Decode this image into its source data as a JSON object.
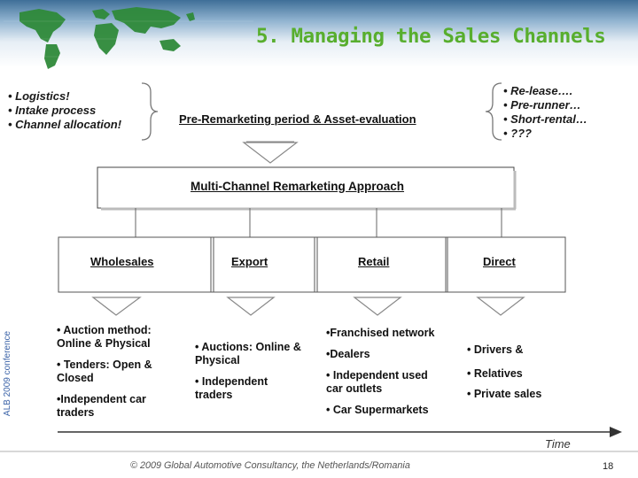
{
  "title": "5. Managing the Sales Channels",
  "side_label": "ALB 2009 conference",
  "left_bullets": [
    "• Logistics!",
    "• Intake process",
    "• Channel allocation!"
  ],
  "center_box": "Pre-Remarketing period & Asset-evaluation",
  "right_bullets": [
    "• Re-lease….",
    "• Pre-runner…",
    "• Short-rental…",
    "• ???"
  ],
  "main_box": "Multi-Channel Remarketing Approach",
  "channels": {
    "wholesales": {
      "label": "Wholesales",
      "items": [
        "• Auction method: Online & Physical",
        "• Tenders: Open & Closed",
        "•Independent car traders"
      ]
    },
    "export": {
      "label": "Export",
      "items": [
        "• Auctions: Online & Physical",
        "• Independent traders"
      ]
    },
    "retail": {
      "label": "Retail",
      "items": [
        "•Franchised network",
        "•Dealers",
        "• Independent used car outlets",
        "• Car Supermarkets"
      ]
    },
    "direct": {
      "label": "Direct",
      "items": [
        "• Drivers &",
        "• Relatives",
        "• Private sales"
      ]
    }
  },
  "time_label": "Time",
  "footer": "© 2009 Global Automotive Consultancy, the Netherlands/Romania",
  "page_number": "18",
  "colors": {
    "title": "#58ae2e",
    "arrow": "#a9a9a9",
    "side_label": "#3b63a8"
  },
  "icons": [
    "world-map-icon"
  ]
}
